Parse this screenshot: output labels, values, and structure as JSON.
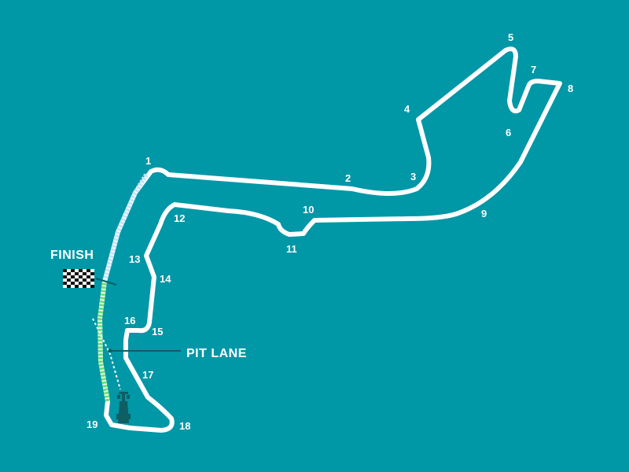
{
  "map": {
    "background_color": "#0097A7",
    "track_color": "#FFFFFF",
    "start_sector_color": "#BFE3FF",
    "finish_sector_color": "#6EE07A",
    "pit_lane_color": "#FFFFFF",
    "car_color": "#0E5E63"
  },
  "labels": {
    "finish": "FINISH",
    "pit_lane": "PIT LANE"
  },
  "icons": {
    "finish_flag": "checkered-flag-icon",
    "car": "race-car-icon"
  },
  "turns": [
    {
      "number": "1"
    },
    {
      "number": "2"
    },
    {
      "number": "3"
    },
    {
      "number": "4"
    },
    {
      "number": "5"
    },
    {
      "number": "6"
    },
    {
      "number": "7"
    },
    {
      "number": "8"
    },
    {
      "number": "9"
    },
    {
      "number": "10"
    },
    {
      "number": "11"
    },
    {
      "number": "12"
    },
    {
      "number": "13"
    },
    {
      "number": "14"
    },
    {
      "number": "15"
    },
    {
      "number": "16"
    },
    {
      "number": "17"
    },
    {
      "number": "18"
    },
    {
      "number": "19"
    }
  ]
}
